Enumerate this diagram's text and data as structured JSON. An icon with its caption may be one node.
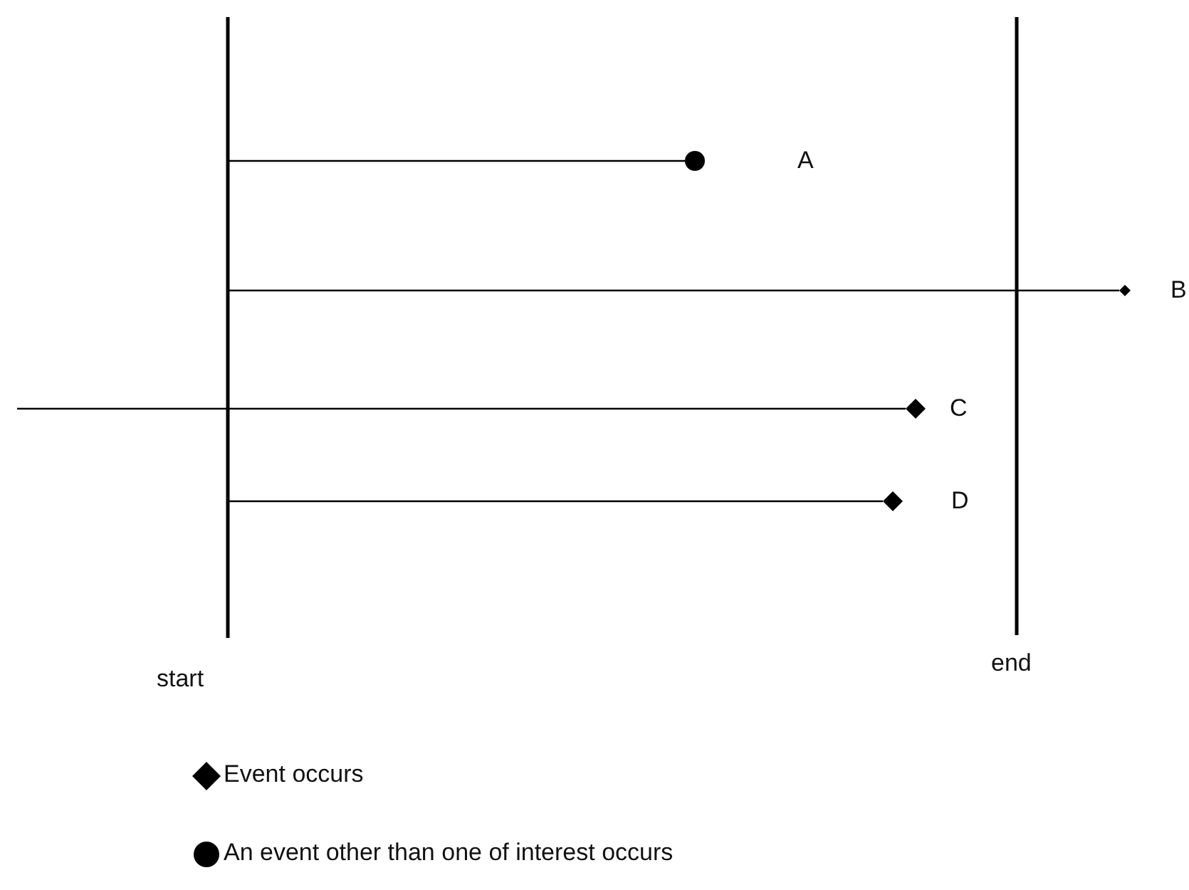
{
  "diagram": {
    "nodes": [
      {
        "text": [],
        "shape": "circle",
        "beside": [
          "A"
        ]
      },
      {
        "text": [],
        "shape": "diamond",
        "beside": [
          "B"
        ]
      },
      {
        "text": [],
        "shape": "diamond",
        "beside": [
          "C"
        ]
      },
      {
        "text": [],
        "shape": "diamond",
        "beside": [
          "D"
        ]
      }
    ],
    "edges": [
      {
        "from": null,
        "to": 0,
        "arrow": "none"
      },
      {
        "from": null,
        "to": 1,
        "arrow": "none"
      },
      {
        "from": null,
        "to": 2,
        "arrow": "none"
      },
      {
        "from": null,
        "to": 3,
        "arrow": "none"
      }
    ],
    "labels": [
      "start",
      "end"
    ],
    "legend": [
      {
        "text": "Event occurs"
      },
      {
        "text": "An event other than one of interest occurs"
      }
    ]
  }
}
